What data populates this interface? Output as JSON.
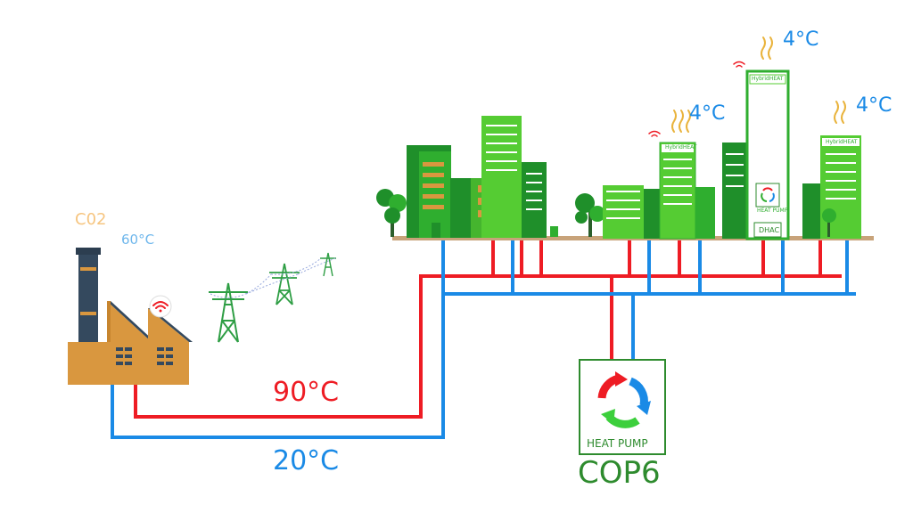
{
  "temps": {
    "supply": "90°C",
    "return": "20°C",
    "building_1": "4°C",
    "building_2": "4°C",
    "building_3": "4°C"
  },
  "factory": {
    "co2_label": "C02",
    "steam_temp": "60°C"
  },
  "heat_pump": {
    "label": "HEAT PUMP",
    "cop": "COP6"
  },
  "buildings": {
    "hybridheat_1": "HybridHEAT",
    "hybridheat_2": "HybridHEAT",
    "hybridheat_3": "HybridHEAT",
    "mini_heat_pump": "HEAT PUMP",
    "dhac": "DHAC"
  },
  "colors": {
    "supply_pipe": "#ee1c24",
    "return_pipe": "#1a8ae6",
    "building_dark": "#1f8f2a",
    "building_light": "#55cc33",
    "factory": "#d9973f",
    "ground": "#c8a37a"
  }
}
